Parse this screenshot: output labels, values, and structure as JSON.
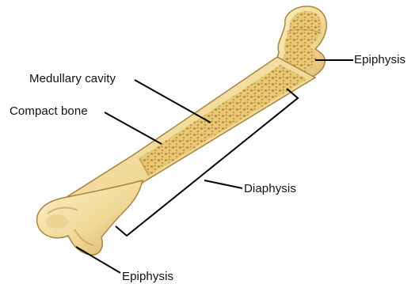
{
  "labels": {
    "epiphysis_top": "Epiphysis",
    "medullary_cavity": "Medullary cavity",
    "compact_bone": "Compact bone",
    "diaphysis": "Diaphysis",
    "epiphysis_bottom": "Epiphysis"
  },
  "colors": {
    "bone_fill": "#f3dfa0",
    "bone_shadow": "#d9b86a",
    "bone_outline": "#a8843e",
    "spongy_fill": "#e9c978",
    "spongy_dots": "#b58b32",
    "leader_lines": "#000000"
  }
}
